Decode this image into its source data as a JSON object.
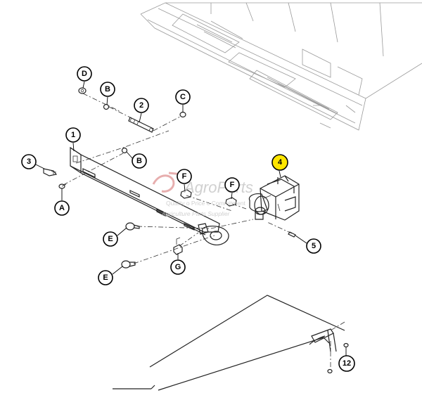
{
  "callouts": [
    {
      "id": "D",
      "label": "D",
      "highlighted": false
    },
    {
      "id": "B1",
      "label": "B",
      "highlighted": false
    },
    {
      "id": "2",
      "label": "2",
      "highlighted": false
    },
    {
      "id": "C",
      "label": "C",
      "highlighted": false
    },
    {
      "id": "1",
      "label": "1",
      "highlighted": false
    },
    {
      "id": "3",
      "label": "3",
      "highlighted": false
    },
    {
      "id": "B2",
      "label": "B",
      "highlighted": false
    },
    {
      "id": "4",
      "label": "4",
      "highlighted": true
    },
    {
      "id": "F1",
      "label": "F",
      "highlighted": false
    },
    {
      "id": "F2",
      "label": "F",
      "highlighted": false
    },
    {
      "id": "A",
      "label": "A",
      "highlighted": false
    },
    {
      "id": "5",
      "label": "5",
      "highlighted": false
    },
    {
      "id": "E1",
      "label": "E",
      "highlighted": false
    },
    {
      "id": "G",
      "label": "G",
      "highlighted": false
    },
    {
      "id": "E2",
      "label": "E",
      "highlighted": false
    },
    {
      "id": "12",
      "label": "12",
      "highlighted": false
    }
  ],
  "watermark": {
    "brand": "AgroParts",
    "tagline_1": "Quality  o  Price  o  Commitment",
    "tagline_2": "Agriculture Parts Supplier"
  },
  "colors": {
    "highlight": "#ffe600",
    "line": "#222222",
    "watermark": "#c8c8c8",
    "watermark_accent": "#e3a0a0"
  }
}
